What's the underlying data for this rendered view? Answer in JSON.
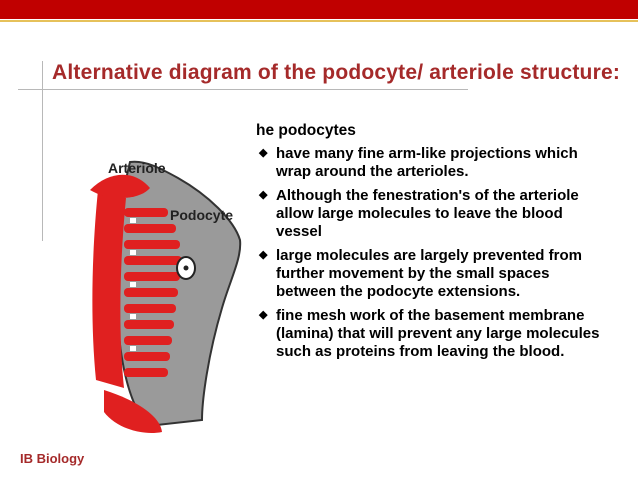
{
  "slide": {
    "title": "Alternative diagram of the podocyte/ arteriole structure:",
    "subheading": "he podocytes",
    "bullets": [
      "have many fine arm-like projections which wrap around the arterioles.",
      "Although the fenestration's of the arteriole allow large molecules to leave the blood vessel",
      "large molecules are largely prevented from further movement by the small spaces between the podocyte extensions.",
      " fine mesh work of the basement membrane (lamina) that will prevent any large molecules such as proteins from leaving the blood."
    ],
    "footer": "IB Biology"
  },
  "diagram": {
    "labels": {
      "arteriole": "Arteriole",
      "podocyte": "Podocyte"
    }
  },
  "colors": {
    "title": "#a52a2a",
    "top_band": "#c00000",
    "blood": "#e02020",
    "podocyte": "#9a9a9a"
  }
}
